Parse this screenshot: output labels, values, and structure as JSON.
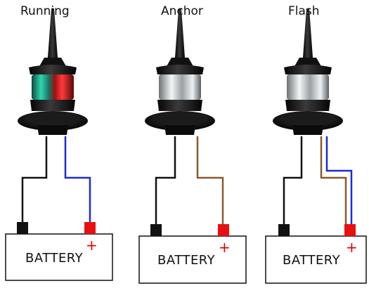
{
  "colors": {
    "ground_wire": "#111111",
    "positive_wire_running": "#1a2bd6",
    "positive_wire_anchor": "#8b5a2b",
    "positive_wire_flash_blue": "#1a2bd6",
    "positive_wire_flash_brown": "#8b5a2b",
    "negative_terminal": "#111111",
    "positive_terminal": "#e81010",
    "plus_sign": "#e00000",
    "lens_green": "#2fd6b0",
    "lens_red": "#ff2a2a",
    "lens_clear": "#d8dde0"
  },
  "diagrams": [
    {
      "label": "Running",
      "battery_label": "BATTERY",
      "plus": "+",
      "lens": "red-green"
    },
    {
      "label": "Anchor",
      "battery_label": "BATTERY",
      "plus": "+",
      "lens": "clear"
    },
    {
      "label": "Flash",
      "battery_label": "BATTERY",
      "plus": "+",
      "lens": "clear"
    }
  ]
}
